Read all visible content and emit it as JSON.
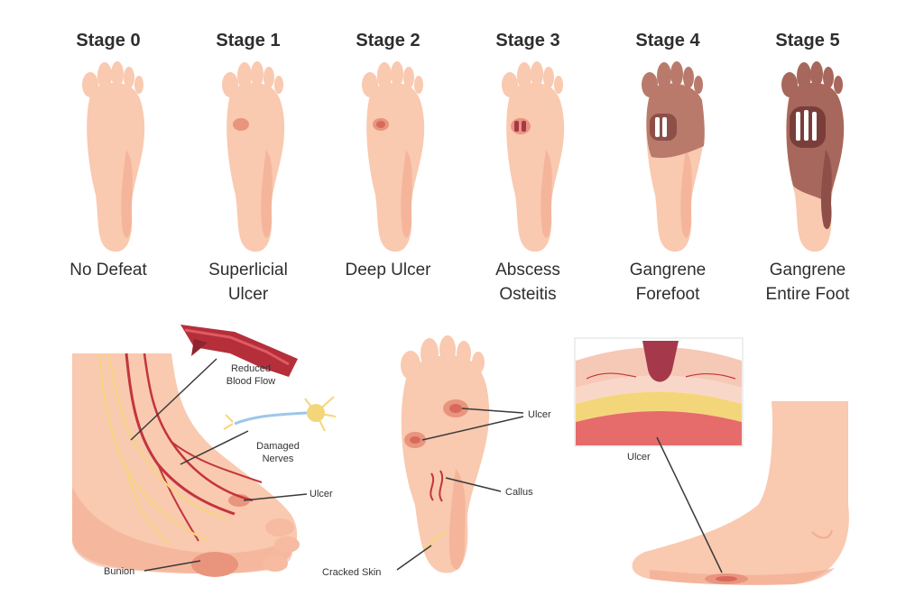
{
  "stages": [
    {
      "title": "Stage 0",
      "label_lines": [
        "No Defeat",
        ""
      ]
    },
    {
      "title": "Stage 1",
      "label_lines": [
        "Superlicial",
        "Ulcer"
      ]
    },
    {
      "title": "Stage 2",
      "label_lines": [
        "Deep Ulcer",
        ""
      ]
    },
    {
      "title": "Stage 3",
      "label_lines": [
        "Abscess",
        "Osteitis"
      ]
    },
    {
      "title": "Stage 4",
      "label_lines": [
        "Gangrene",
        "Forefoot"
      ]
    },
    {
      "title": "Stage 5",
      "label_lines": [
        "Gangrene",
        "Entire Foot"
      ]
    }
  ],
  "side_foot": {
    "reduced_blood_flow": [
      "Reduced",
      "Blood Flow"
    ],
    "damaged_nerves": [
      "Damaged",
      "Nerves"
    ],
    "ulcer": "Ulcer",
    "bunion": "Bunion"
  },
  "sole_foot": {
    "ulcer": "Ulcer",
    "callus": "Callus",
    "cracked_skin": "Cracked Skin"
  },
  "cross_section": {
    "ulcer": "Ulcer"
  },
  "colors": {
    "skin": "#f9c9b0",
    "skin_shade": "#f2ad93",
    "ulcer": "#d9695a",
    "gangrene_light": "#b97a6c",
    "gangrene_dark": "#8e4f48",
    "vein": "#c2353b",
    "nerve": "#f4d67a"
  }
}
